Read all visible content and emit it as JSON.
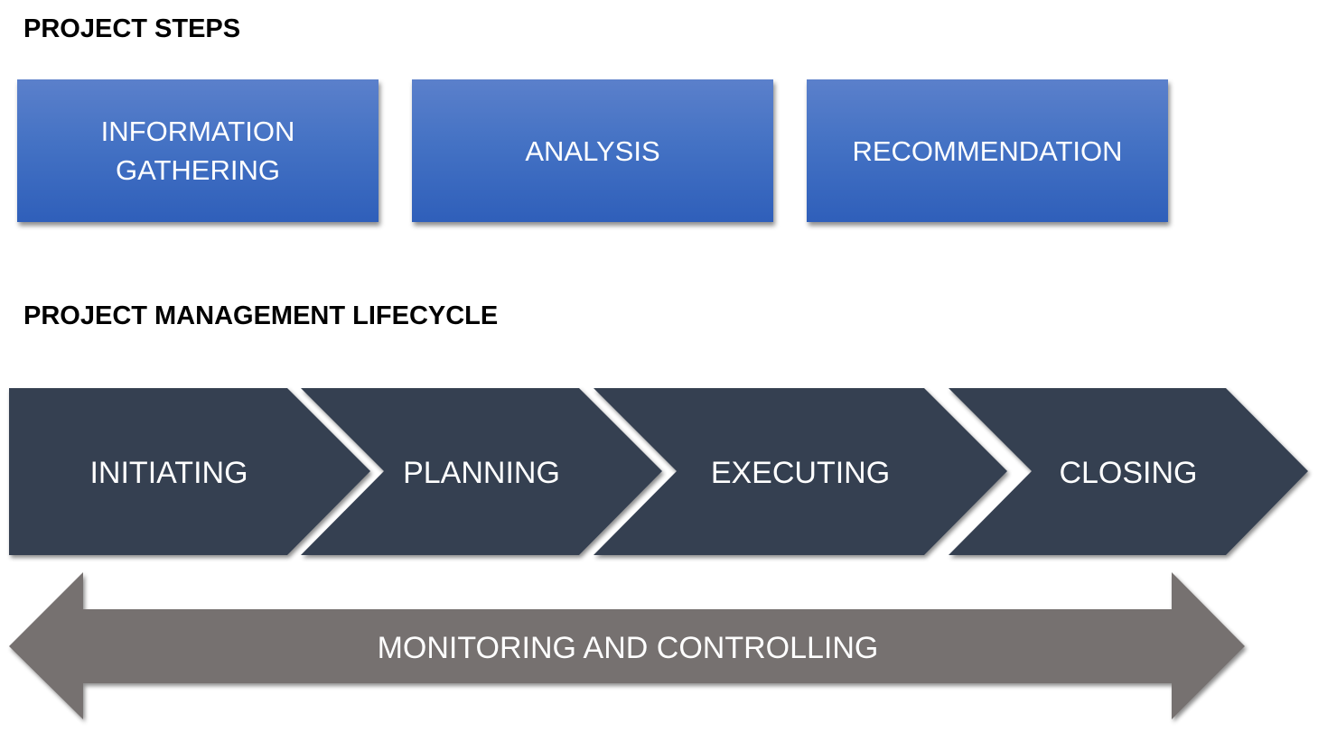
{
  "sections": {
    "steps_title": "PROJECT STEPS",
    "lifecycle_title": "PROJECT MANAGEMENT LIFECYCLE"
  },
  "project_steps": [
    {
      "label": "INFORMATION\nGATHERING"
    },
    {
      "label": "ANALYSIS"
    },
    {
      "label": "RECOMMENDATION"
    }
  ],
  "lifecycle_phases": [
    {
      "label": "INITIATING"
    },
    {
      "label": "PLANNING"
    },
    {
      "label": "EXECUTING"
    },
    {
      "label": "CLOSING"
    }
  ],
  "monitoring_arrow": {
    "label": "MONITORING AND CONTROLLING",
    "direction": "bidirectional"
  },
  "colors": {
    "step_box_top": "#5b80cb",
    "step_box_bottom": "#2f5fba",
    "chevron_fill": "#353f51",
    "arrow_fill": "#767170",
    "text_on_shapes": "#ffffff",
    "heading_text": "#000000"
  }
}
